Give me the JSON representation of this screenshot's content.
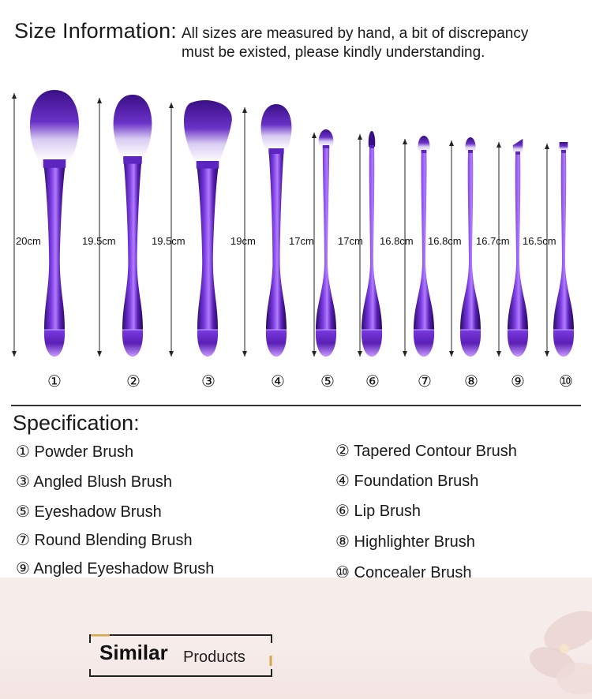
{
  "header": {
    "title": "Size Information:",
    "note_line1": "All sizes are measured by hand, a bit of discrepancy",
    "note_line2": "must be existed, please kindly understanding."
  },
  "brushes": [
    {
      "number": "①",
      "size": "20cm",
      "name": "Powder Brush"
    },
    {
      "number": "②",
      "size": "19.5cm",
      "name": "Tapered Contour Brush"
    },
    {
      "number": "③",
      "size": "19.5cm",
      "name": "Angled Blush Brush"
    },
    {
      "number": "④",
      "size": "19cm",
      "name": "Foundation Brush"
    },
    {
      "number": "⑤",
      "size": "17cm",
      "name": "Eyeshadow Brush"
    },
    {
      "number": "⑥",
      "size": "17cm",
      "name": "Lip Brush"
    },
    {
      "number": "⑦",
      "size": "16.8cm",
      "name": "Round Blending Brush"
    },
    {
      "number": "⑧",
      "size": "16.8cm",
      "name": "Highlighter Brush"
    },
    {
      "number": "⑨",
      "size": "16.7cm",
      "name": "Angled Eyeshadow Brush"
    },
    {
      "number": "⑩",
      "size": "16.5cm",
      "name": "Concealer Brush"
    }
  ],
  "spec": {
    "title": "Specification:"
  },
  "similar": {
    "bold": "Similar",
    "rest": "Products"
  },
  "colors": {
    "handle": "#5a1fb5",
    "handle_dark": "#2a0a6e",
    "bristle_tip": "#4b1a9e",
    "bristle_white": "#ffffff",
    "ferrule": "#5d25c0",
    "footer_bg": "#f6ecea",
    "accent_gold": "#d4a84a"
  }
}
